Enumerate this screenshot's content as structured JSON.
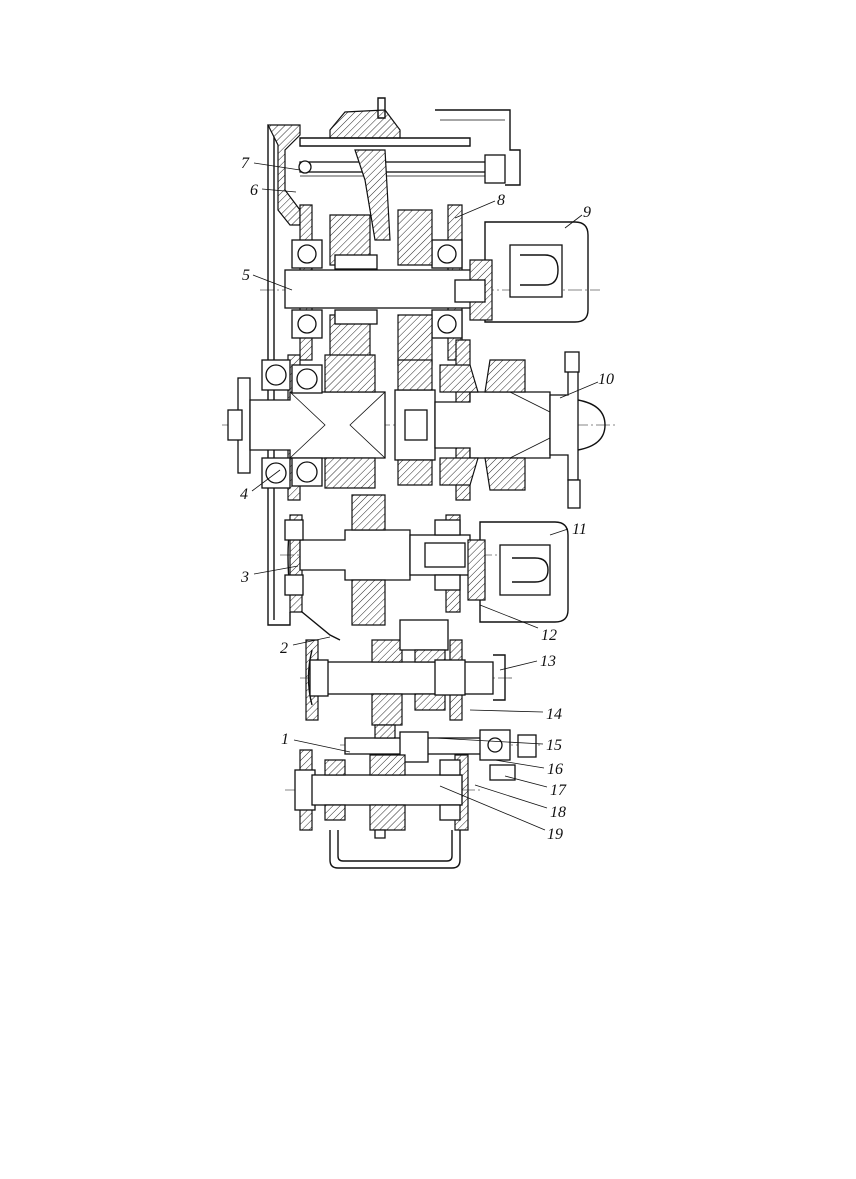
{
  "figure": {
    "callouts": [
      {
        "id": "c1",
        "label": "1"
      },
      {
        "id": "c2",
        "label": "2"
      },
      {
        "id": "c3",
        "label": "3"
      },
      {
        "id": "c4",
        "label": "4"
      },
      {
        "id": "c5",
        "label": "5"
      },
      {
        "id": "c6",
        "label": "6"
      },
      {
        "id": "c7",
        "label": "7"
      },
      {
        "id": "c8",
        "label": "8"
      },
      {
        "id": "c9",
        "label": "9"
      },
      {
        "id": "c10",
        "label": "10"
      },
      {
        "id": "c11",
        "label": "11"
      },
      {
        "id": "c12",
        "label": "12"
      },
      {
        "id": "c13",
        "label": "13"
      },
      {
        "id": "c14",
        "label": "14"
      },
      {
        "id": "c15",
        "label": "15"
      },
      {
        "id": "c16",
        "label": "16"
      },
      {
        "id": "c17",
        "label": "17"
      },
      {
        "id": "c18",
        "label": "18"
      },
      {
        "id": "c19",
        "label": "19"
      }
    ]
  }
}
